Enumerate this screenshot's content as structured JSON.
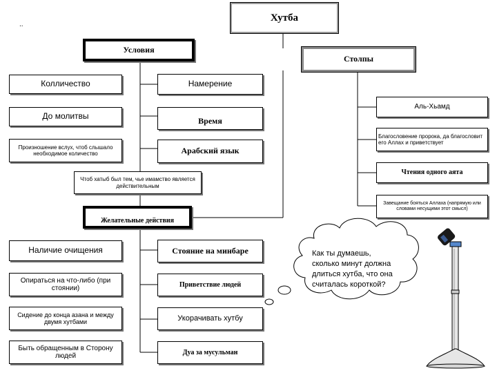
{
  "title": "Хутба",
  "stray_mark": "..",
  "conditions_header": "Условия",
  "pillars_header": "Столпы",
  "desirable_header": "Желательные действия",
  "conditions": [
    "Колличество",
    "До молитвы",
    "Произношение вслух, чтоб слышало необходимое количество",
    "Чтоб хатыб был тем, чье имамство является действительным"
  ],
  "middle_column": [
    "Намерение",
    "Время",
    "Арабский язык"
  ],
  "pillars": [
    "Аль-Хьамд",
    "Благословение пророка, да благословит его Аллах и приветствует",
    "Чтения одного аята",
    "Завещание бояться Аллаха (напрямую или словами несущими этот смысл)"
  ],
  "desirable_left": [
    "Наличие очищения",
    "Опираться на что-либо (при стоянии)",
    "Сидение до конца азана и между двумя хутбами",
    "Быть обращенным в Сторону людей"
  ],
  "desirable_right": [
    "Стояние на минбаре",
    "Приветствие людей",
    "Укорачивать хутбу",
    "Дуа за мусульман"
  ],
  "thought_bubble": "Как ты думаешь, сколько минут должна длиться хутба, что она считалась короткой?",
  "icons": {
    "microphone": "microphone-on-stand-icon"
  }
}
